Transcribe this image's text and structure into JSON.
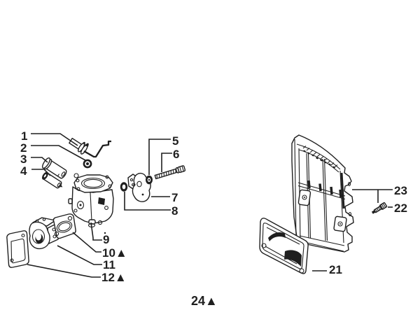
{
  "caption": "24▲",
  "colors": {
    "ink": "#1f1f1f",
    "paper": "#ffffff"
  },
  "callouts": [
    {
      "id": "1",
      "label": "1"
    },
    {
      "id": "2",
      "label": "2"
    },
    {
      "id": "3",
      "label": "3"
    },
    {
      "id": "4",
      "label": "4"
    },
    {
      "id": "5",
      "label": "5"
    },
    {
      "id": "6",
      "label": "6"
    },
    {
      "id": "7",
      "label": "7"
    },
    {
      "id": "8",
      "label": "8"
    },
    {
      "id": "9",
      "label": "9"
    },
    {
      "id": "10",
      "label": "10▲"
    },
    {
      "id": "11",
      "label": "11"
    },
    {
      "id": "12",
      "label": "12▲"
    },
    {
      "id": "21",
      "label": "21"
    },
    {
      "id": "22",
      "label": "22"
    },
    {
      "id": "23",
      "label": "23"
    }
  ]
}
